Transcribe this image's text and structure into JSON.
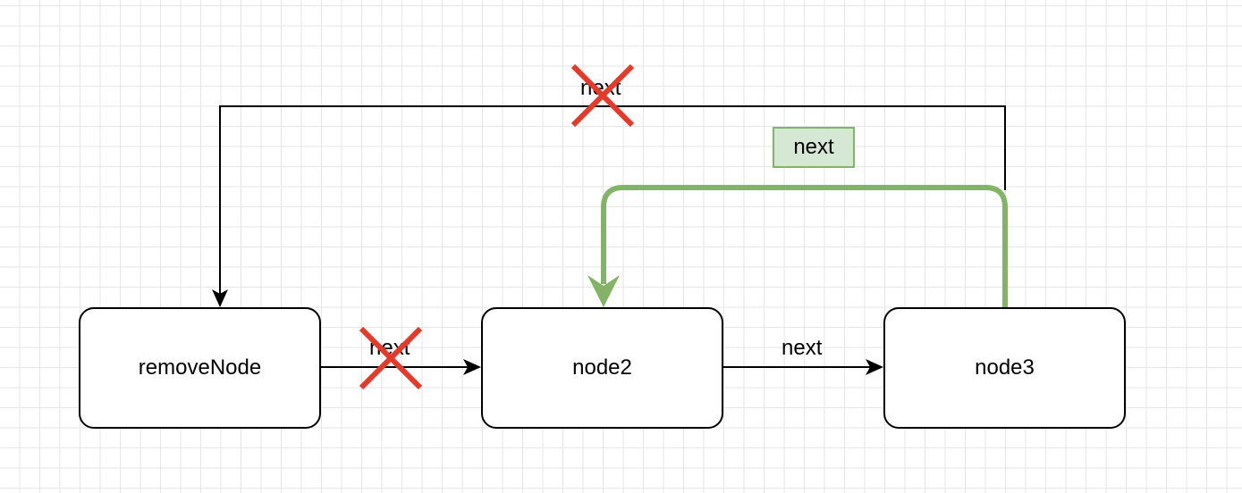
{
  "nodes": {
    "remove_node": "removeNode",
    "node2": "node2",
    "node3": "node3"
  },
  "edges": {
    "top_label": "next",
    "remove_to_node2_label": "next",
    "node2_to_node3_label": "next",
    "green_label": "next"
  },
  "colors": {
    "line": "#000000",
    "green_stroke": "#82b366",
    "green_fill": "#d5e8d4",
    "cross": "#e53a2a",
    "grid": "#e6e6e6"
  },
  "icons": {
    "cross": "x-mark-icon"
  }
}
